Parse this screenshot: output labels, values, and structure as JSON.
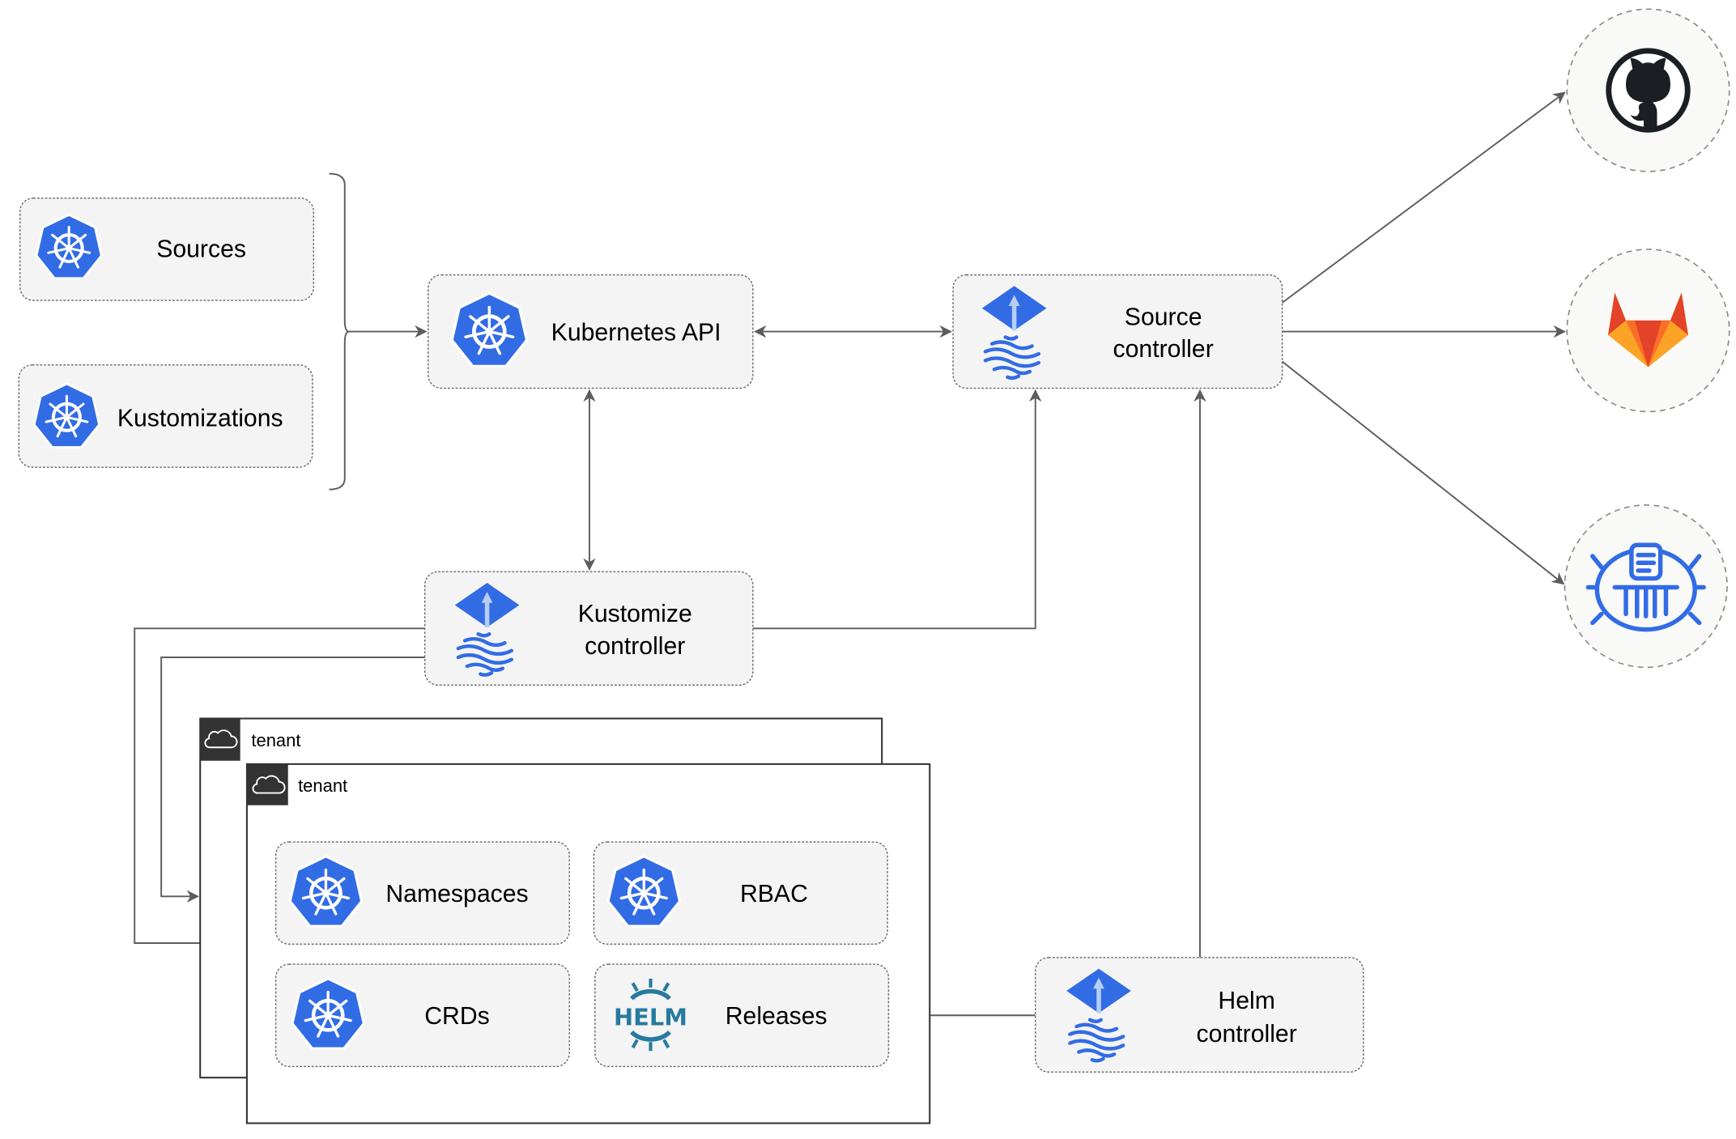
{
  "nodes": {
    "sources": "Sources",
    "kustomizations": "Kustomizations",
    "kubernetes_api": "Kubernetes API",
    "source_controller": [
      "Source",
      "controller"
    ],
    "kustomize_controller": [
      "Kustomize",
      "controller"
    ],
    "helm_controller": [
      "Helm",
      "controller"
    ],
    "namespaces": "Namespaces",
    "rbac": "RBAC",
    "crds": "CRDs",
    "releases": "Releases"
  },
  "tenants": [
    "tenant",
    "tenant"
  ],
  "helm_logo_text": "HELM",
  "external_sources": [
    "github-icon",
    "gitlab-icon",
    "bucket-icon"
  ],
  "colors": {
    "k8s_blue": "#326ce5",
    "helm_teal": "#277a9f",
    "gitlab_orange": "#e24329",
    "github_dark": "#1b1f23"
  }
}
